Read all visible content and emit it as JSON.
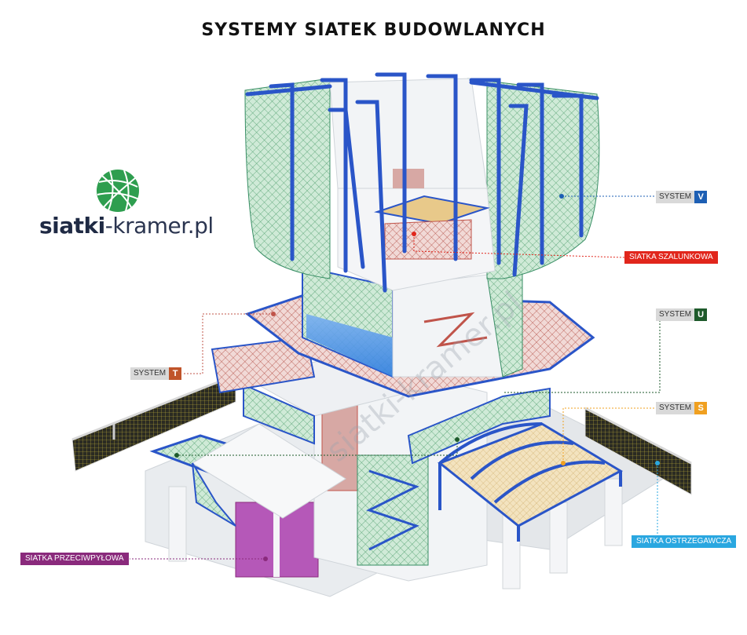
{
  "title": "SYSTEMY SIATEK BUDOWLANYCH",
  "logo": {
    "strong": "siatki",
    "light": "-kramer.pl",
    "icon": "net-globe-icon"
  },
  "watermark": "siatki-kramer.pl",
  "labels": {
    "system_v": {
      "text": "SYSTEM",
      "code": "V",
      "color": "#1d5fb4"
    },
    "siatka_szalunkowa": {
      "text": "SIATKA SZALUNKOWA",
      "color": "#e1261c"
    },
    "system_u": {
      "text": "SYSTEM",
      "code": "U",
      "color": "#1e5a2b"
    },
    "system_t": {
      "text": "SYSTEM",
      "code": "T",
      "color": "#c0542a"
    },
    "system_s": {
      "text": "SYSTEM",
      "code": "S",
      "color": "#f0a020"
    },
    "siatka_ostrzegawcza": {
      "text": "SIATKA OSTRZEGAWCZA",
      "color": "#2aa7e0"
    },
    "siatka_przeciwpylowa": {
      "text": "SIATKA PRZECIWPYŁOWA",
      "color": "#8a2a7c"
    }
  },
  "colors": {
    "green_net": "#6fbf8f",
    "blue_frame": "#2a55c8",
    "red_net": "#c0544a",
    "yellow_net": "#e8c98a",
    "concrete": "#eef0f3"
  }
}
